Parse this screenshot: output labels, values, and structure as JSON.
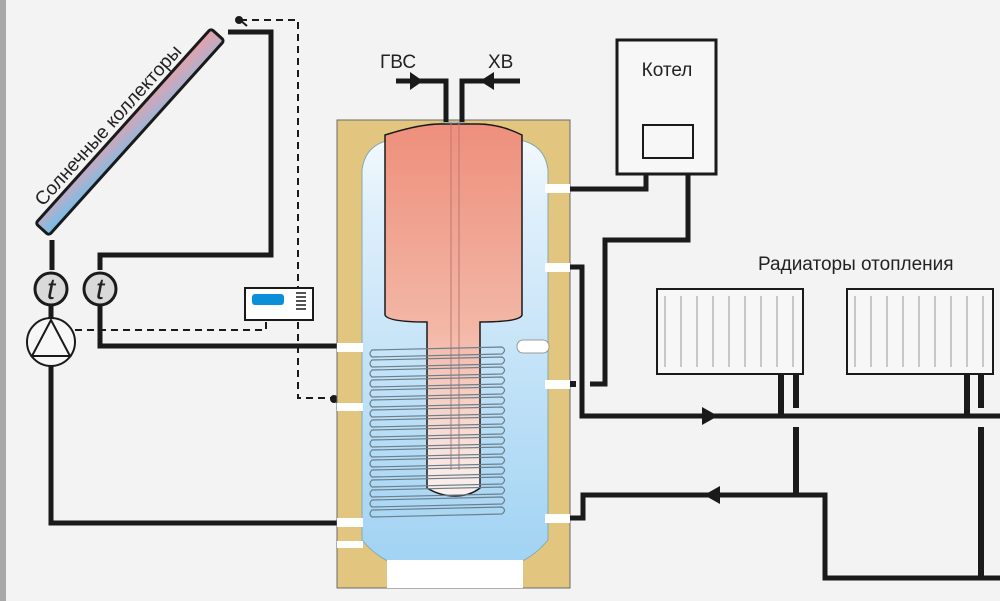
{
  "diagram": {
    "labels": {
      "solar_collectors": "Солнечные коллекторы",
      "hot_water": "ГВС",
      "cold_water": "ХВ",
      "boiler": "Котел",
      "radiators": "Радиаторы отопления",
      "thermometer_symbol": "t"
    },
    "colors": {
      "background": "#f3f3f3",
      "pipe": "#1a1a1a",
      "insulation": "#e2c67f",
      "hot": "#ee9a85",
      "cold": "#9fd2f3",
      "collector_hot": "#eba0a8",
      "collector_cold": "#6ec0ee",
      "controller_display": "#0a8fd8"
    },
    "components": [
      "solar-collector",
      "thermometer-supply",
      "thermometer-return",
      "circulation-pump",
      "solar-controller",
      "storage-tank",
      "heating-coil",
      "boiler",
      "radiator-1",
      "radiator-2"
    ]
  }
}
